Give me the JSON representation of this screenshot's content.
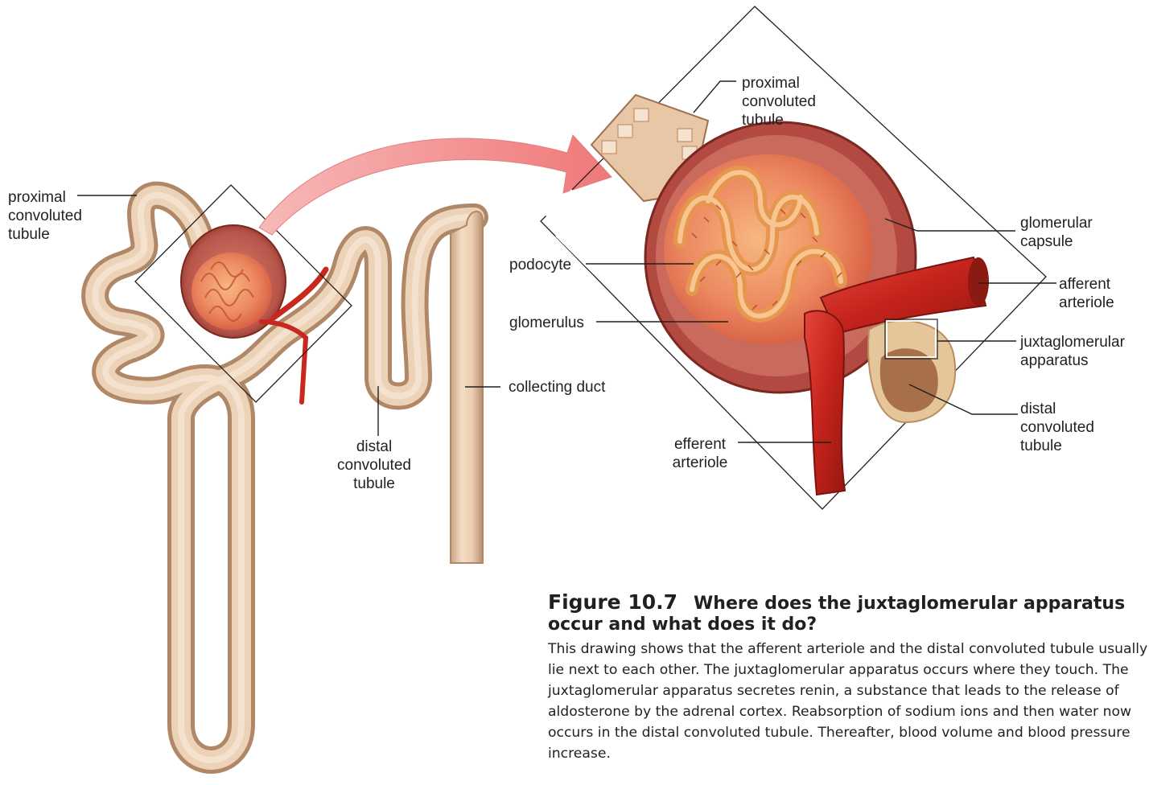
{
  "labels": {
    "left_proximal": "proximal\nconvoluted\ntubule",
    "left_distal": "distal\nconvoluted\ntubule",
    "collecting_duct": "collecting duct",
    "top_proximal": "proximal\nconvoluted\ntubule",
    "podocyte": "podocyte",
    "glomerulus": "glomerulus",
    "efferent": "efferent\narteriole",
    "glomerular_capsule": "glomerular\ncapsule",
    "afferent": "afferent\narteriole",
    "juxtaglomerular": "juxtaglomerular\napparatus",
    "right_distal": "distal\nconvoluted\ntubule"
  },
  "caption": {
    "figure_number": "Figure 10.7",
    "question": "Where does the juxtaglomerular apparatus occur and what does it do?",
    "body": "This drawing shows that the afferent arteriole and the distal convoluted tubule usually lie next to each other. The juxtaglomerular apparatus occurs where they touch. The juxtaglomerular apparatus secretes renin, a substance that leads to the release of aldosterone by the adrenal cortex. Reabsorption of sodium ions and then water now occurs in the distal convoluted tubule. Thereafter, blood volume and blood pressure increase."
  },
  "colors": {
    "tubule": "#e8c8a8",
    "tubule_dark": "#b08868",
    "capsule": "#a0433a",
    "glomerulus": "#e8785a",
    "arteriole": "#c8281e",
    "arrow": "#f4a0a0"
  }
}
